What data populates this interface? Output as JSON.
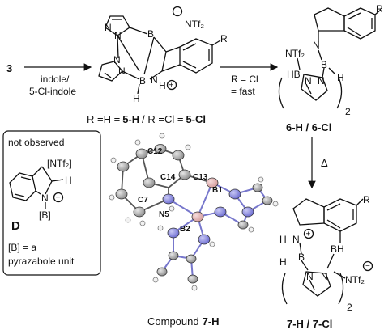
{
  "reactant": {
    "number": "3"
  },
  "step1": {
    "line1": "indole/",
    "line2": "5-Cl-indole"
  },
  "compound5": {
    "counterion": "NTf₂",
    "substituent": "R",
    "label_r_h": "R =H =",
    "label_5h": "5-H",
    "label_sep": "/ R =Cl =",
    "label_5cl": "5-Cl",
    "atoms": {
      "B1": "B",
      "B2": "B",
      "N": "N",
      "H": "H",
      "plus": "+",
      "minus": "−"
    }
  },
  "step2": {
    "line1": "R = Cl",
    "line2": "= fast"
  },
  "compound6": {
    "substituent": "R",
    "group": "NTf₂",
    "atoms": {
      "HB": "HB",
      "B": "B",
      "H": "H",
      "N": "N"
    },
    "subscript": "2",
    "label": "6-H / 6-Cl"
  },
  "step3": {
    "symbol": "Δ"
  },
  "compound7": {
    "substituent": "R",
    "group": "NTf₂",
    "atoms": {
      "H1": "H",
      "N1": "N",
      "H2": "H",
      "B": "B",
      "BH": "BH",
      "N": "N",
      "plus": "+",
      "minus": "−"
    },
    "subscript": "2",
    "label": "7-H / 7-Cl"
  },
  "box": {
    "title": "not observed",
    "counterion": "[NTf₂]",
    "atoms": {
      "H": "H",
      "N": "N",
      "plus": "+",
      "B": "[B]"
    },
    "compound_letter": "D",
    "note_line1": "[B] = a",
    "note_line2": "pyrazabole unit"
  },
  "crystal": {
    "atom_labels": [
      "C12",
      "C14",
      "C13",
      "B1",
      "C7",
      "N5",
      "B2"
    ],
    "caption_prefix": "Compound",
    "caption_bold": "7-H"
  },
  "colors": {
    "carbon": "#a9a9a9",
    "nitrogen": "#8e8ee0",
    "boron": "#e7b5b5",
    "text": "#111111"
  }
}
